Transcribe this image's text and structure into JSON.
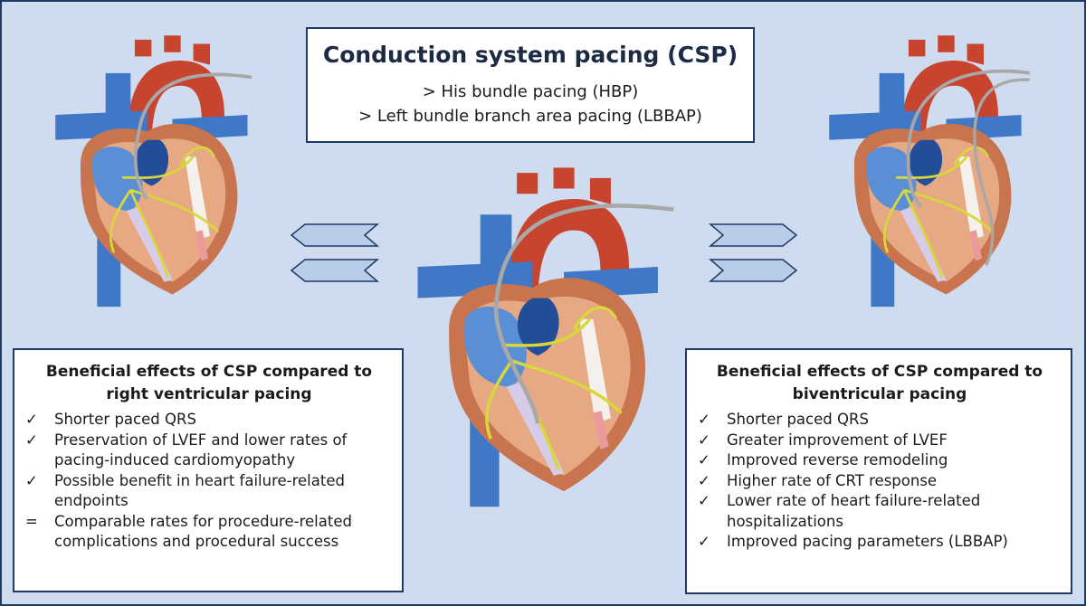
{
  "title": "Conduction system pacing (CSP)",
  "subtitle_lines": [
    "> His bundle pacing (HBP)",
    "> Left bundle branch area pacing (LBBAP)"
  ],
  "left_panel": {
    "heading_line1": "Beneficial effects of CSP compared to",
    "heading_line2": "right ventricular pacing",
    "items": [
      {
        "mark": "✓",
        "line1": "Shorter paced QRS",
        "line2": ""
      },
      {
        "mark": "✓",
        "line1": "Preservation of LVEF and lower rates of",
        "line2": "pacing-induced cardiomyopathy"
      },
      {
        "mark": "✓",
        "line1": "Possible benefit in heart failure-related",
        "line2": "endpoints"
      },
      {
        "mark": "=",
        "line1": "Comparable rates for procedure-related",
        "line2": "complications and procedural success"
      }
    ]
  },
  "right_panel": {
    "heading_line1": "Beneficial effects of CSP compared to",
    "heading_line2": "biventricular pacing",
    "items": [
      {
        "mark": "✓",
        "line1": "Shorter paced QRS",
        "line2": ""
      },
      {
        "mark": "✓",
        "line1": "Greater improvement of LVEF",
        "line2": ""
      },
      {
        "mark": "✓",
        "line1": "Improved reverse remodeling",
        "line2": ""
      },
      {
        "mark": "✓",
        "line1": "Higher rate of CRT response",
        "line2": ""
      },
      {
        "mark": "✓",
        "line1": "Lower rate of heart failure-related",
        "line2": "hospitalizations"
      },
      {
        "mark": "✓",
        "line1": "Improved pacing parameters (LBBAP)",
        "line2": ""
      }
    ]
  },
  "colors": {
    "background": "#cfdcef",
    "border": "#1f3864",
    "aorta": "#c7452f",
    "vena": "#3f78c6",
    "myocardium": "#d99270",
    "conduction": "#d8d83a",
    "lead": "#a8a8a8",
    "arrow_fill": "#b9cdea"
  },
  "icons": {
    "heart_left": "heart-illustration",
    "heart_center": "heart-illustration",
    "heart_right": "heart-illustration",
    "arrows_left": "double-chevron-left-icon",
    "arrows_right": "double-chevron-right-icon"
  }
}
